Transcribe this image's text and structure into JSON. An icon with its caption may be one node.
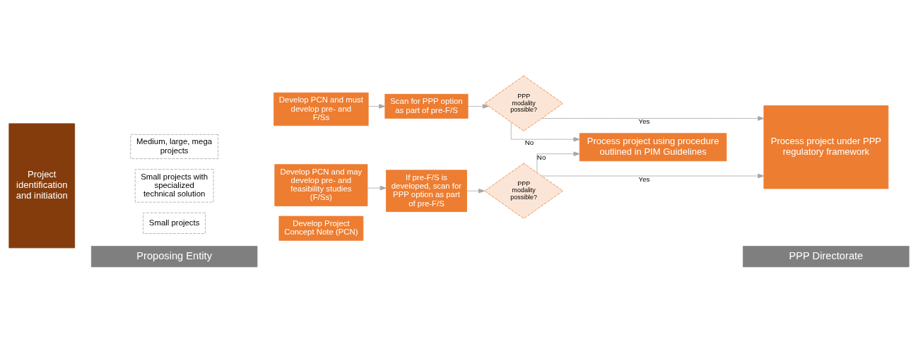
{
  "diagram": {
    "nodes": [
      {
        "text": [
          "Proposing Entity"
        ]
      },
      {
        "text": [
          "PPP Directorate"
        ]
      },
      {
        "text": [
          "Project identification and initiation"
        ]
      },
      {
        "text": [
          "Small projects"
        ]
      },
      {
        "text": [
          "Develop Project Concept Note (PCN)"
        ]
      },
      {
        "text": [
          "Small projects with specialized technical solution"
        ]
      },
      {
        "text": [
          "Develop PCN and may develop pre- and feasibility studies (F/Ss)"
        ]
      },
      {
        "text": [
          "If pre-F/S is developed, scan for PPP option as part of pre-F/S"
        ]
      },
      {
        "text": [
          "PPP modality possible?"
        ]
      },
      {
        "text": [
          "Process project under PPP regulatory framework"
        ]
      },
      {
        "text": [
          "Medium, large, mega projects"
        ]
      },
      {
        "text": [
          "Develop PCN and must develop pre- and F/Ss"
        ]
      },
      {
        "text": [
          "Scan for PPP option as part of pre-F/S"
        ]
      },
      {
        "text": [
          "PPP modality possible?"
        ]
      },
      {
        "text": [
          "Process project using procedure outlined in PIM Guidelines"
        ]
      }
    ],
    "edges": [
      {
        "from": 6,
        "to": 7,
        "arrow": "to"
      },
      {
        "from": 7,
        "to": 8,
        "arrow": "to"
      },
      {
        "from": 8,
        "to": 9,
        "arrow": "to",
        "label": "Yes"
      },
      {
        "from": 8,
        "to": 14,
        "arrow": "to",
        "label": "No"
      },
      {
        "from": 11,
        "to": 12,
        "arrow": "to"
      },
      {
        "from": 12,
        "to": 13,
        "arrow": "to"
      },
      {
        "from": 13,
        "to": 9,
        "arrow": "to",
        "label": "Yes"
      },
      {
        "from": 13,
        "to": 14,
        "arrow": "to",
        "label": "No"
      }
    ]
  }
}
